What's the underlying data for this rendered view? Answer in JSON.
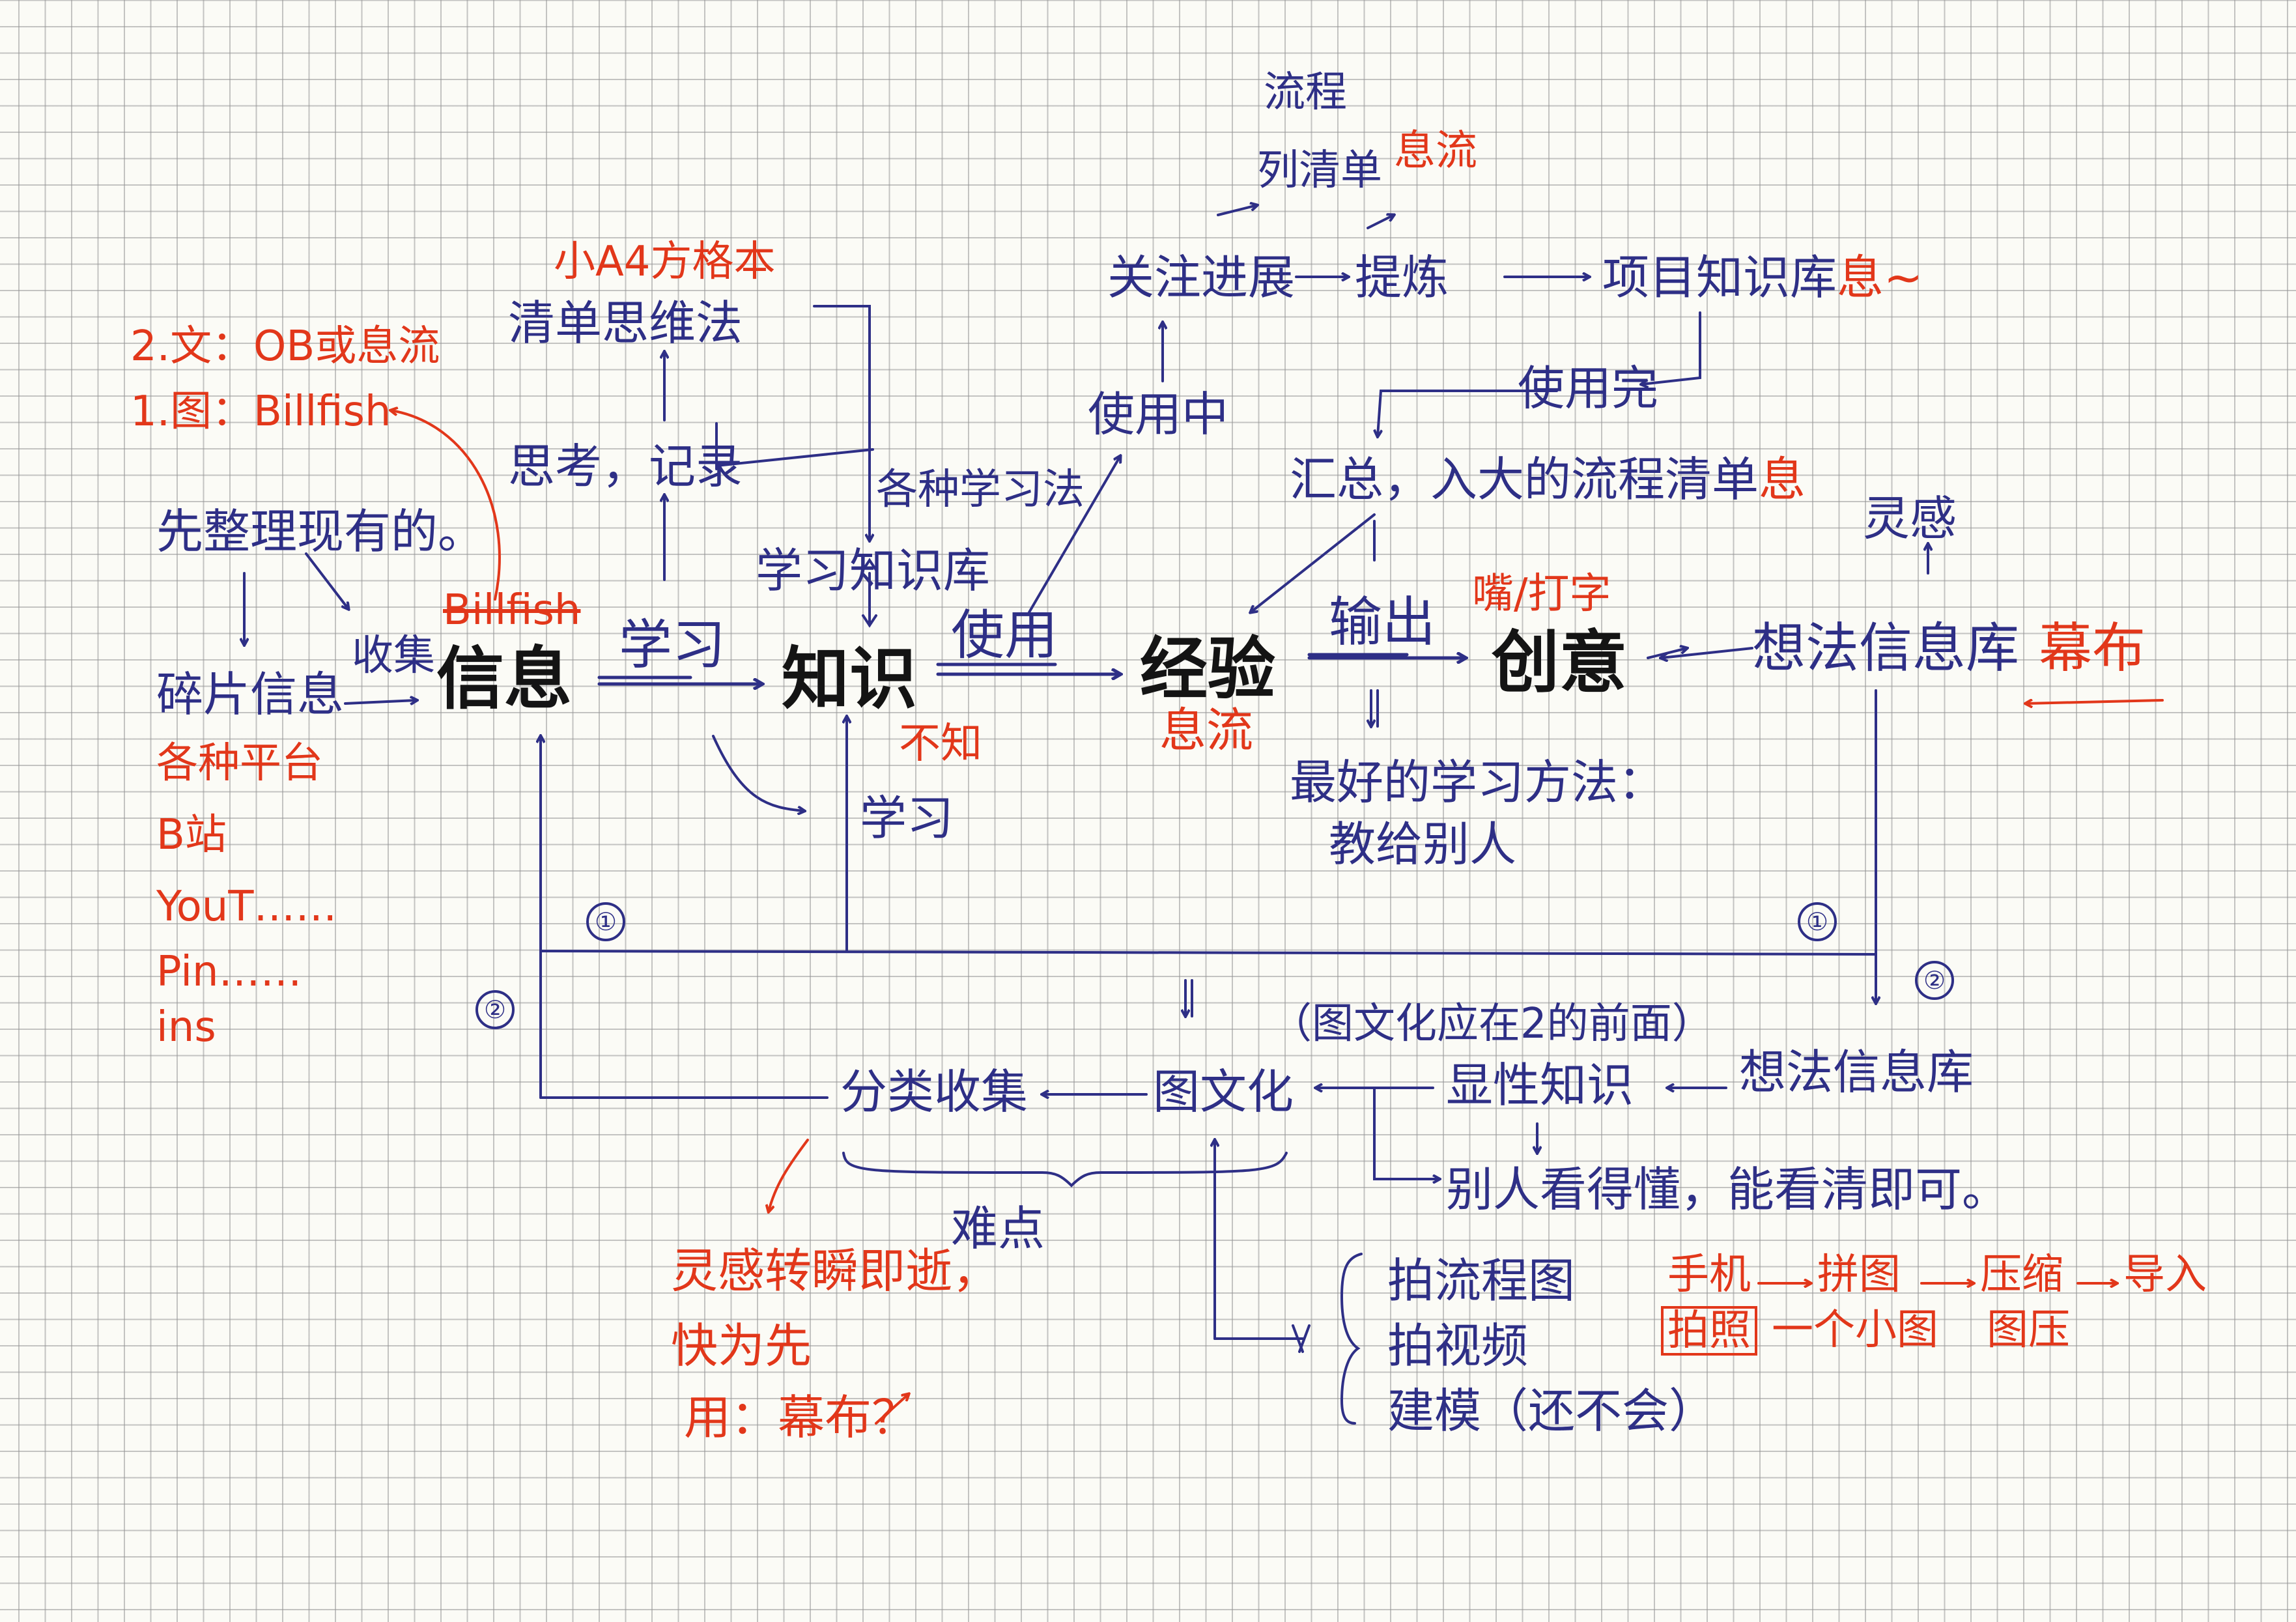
{
  "top": {
    "liucheng": "流程",
    "liedanzi": "列清单",
    "xiliu_top": "息流",
    "guanzhu": "关注进展",
    "tilian": "提炼",
    "xiangmu_kb": "项目知识库",
    "xiangmu_suffix": "息~",
    "shiyong_zhong": "使用中",
    "shiyong_wan": "使用完",
    "huizong": "汇总，入大的流程清单",
    "huizong_suffix": "息"
  },
  "left": {
    "a4": "小A4方格本",
    "qingdan_siwei": "清单思维法",
    "siwei_jilu": "思考，记录",
    "ob": "2.文：OB或息流",
    "billfish_img": "1.图：Billfish",
    "zhengli": "先整理现有的。",
    "billfish_struck": "Billfish",
    "suipian": "碎片信息",
    "shoujiyi": "收集",
    "platforms": [
      "各种平台",
      "B站",
      "YouT……",
      "Pin……",
      "ins"
    ]
  },
  "main": {
    "xinxi": "信息",
    "xuexi1": "学习",
    "zhishi": "知识",
    "shiyong": "使用",
    "jingyan": "经验",
    "shuchu": "输出",
    "chuangyi": "创意",
    "xiangfa_kb": "想法信息库",
    "mubu": "幕布",
    "zui_hao": "最好的学习方法：",
    "jiao": "教给别人",
    "xuexi_kb": "学习知识库",
    "gezhong": "各种学习法",
    "bu_zhi": "不知",
    "xuexi2": "学习",
    "zui_da": "嘴/打字",
    "xiliu_mid": "息流",
    "linggan": "灵感"
  },
  "bottom": {
    "num1_left": "①",
    "num1_right": "①",
    "num2_left": "②",
    "num2_right": "②",
    "tuwen_note": "（图文化应在2的前面）",
    "fenlei": "分类收集",
    "tuwenhua": "图文化",
    "yinxing": "显性知识",
    "xiangfa_kb2": "想法信息库",
    "bieren": "别人看得懂，能看清即可。",
    "nandian": "难点",
    "linggan_note": [
      "灵感转瞬即逝，",
      "快为先",
      "用：幕布？"
    ],
    "pai_lc": "拍流程图",
    "pai_sp": "拍视频",
    "jianmo": "建模（还不会）",
    "shouji": "手机",
    "paitu": "拼图",
    "yasuo": "压缩",
    "daoru": "导入",
    "paizhao": "拍照",
    "yige": "一个小图",
    "tuya": "图压"
  }
}
